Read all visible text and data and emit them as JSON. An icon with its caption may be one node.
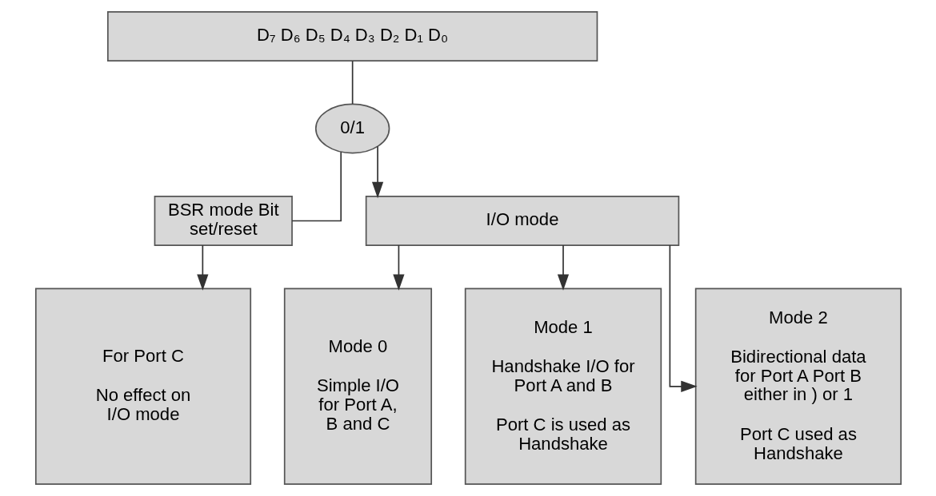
{
  "diagram": {
    "nodes": [
      {
        "text": [
          "D₇ D₆ D₅ D₄ D₃ D₂ D₁ D₀"
        ]
      },
      {
        "text": [
          "0/1"
        ]
      },
      {
        "text": [
          "BSR mode Bit set/reset"
        ]
      },
      {
        "text": [
          "I/O mode"
        ]
      },
      {
        "text": [
          "For Port C",
          "No effect on I/O mode"
        ]
      },
      {
        "text": [
          "Mode 0",
          "Simple I/O for Port A, B and C"
        ]
      },
      {
        "text": [
          "Mode 1",
          "Handshake I/O for Port A and B",
          "Port C is used as Handshake"
        ]
      },
      {
        "text": [
          "Mode 2",
          "Bidirectional data for Port A Port B either in ) or 1",
          "Port C used as Handshake"
        ]
      }
    ],
    "edges": [
      {
        "from": 0,
        "to": 1,
        "arrow": "none"
      },
      {
        "from": 1,
        "to": 2,
        "arrow": "none"
      },
      {
        "from": 1,
        "to": 3,
        "arrow": "to"
      },
      {
        "from": 2,
        "to": 4,
        "arrow": "to"
      },
      {
        "from": 3,
        "to": 5,
        "arrow": "to"
      },
      {
        "from": 3,
        "to": 6,
        "arrow": "to"
      },
      {
        "from": 3,
        "to": 7,
        "arrow": "to"
      }
    ]
  }
}
